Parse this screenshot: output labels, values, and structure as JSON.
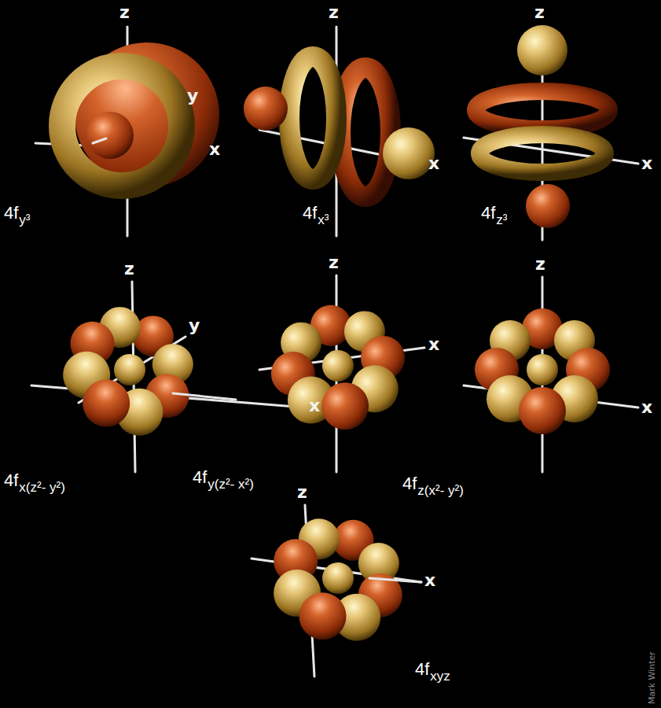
{
  "diagram": {
    "labels": [
      "z",
      "y",
      "x",
      "4f",
      "y³",
      "z",
      "x",
      "4f",
      "x³",
      "z",
      "x",
      "4f",
      "z³",
      "z",
      "y",
      "x",
      "4f",
      "x(z²- y²)",
      "z",
      "x",
      "4f",
      "y(z²- x²)",
      "z",
      "x",
      "4f",
      "z(x²- y²)",
      "z",
      "x",
      "4f",
      "xyz",
      "Mark Winter"
    ]
  }
}
